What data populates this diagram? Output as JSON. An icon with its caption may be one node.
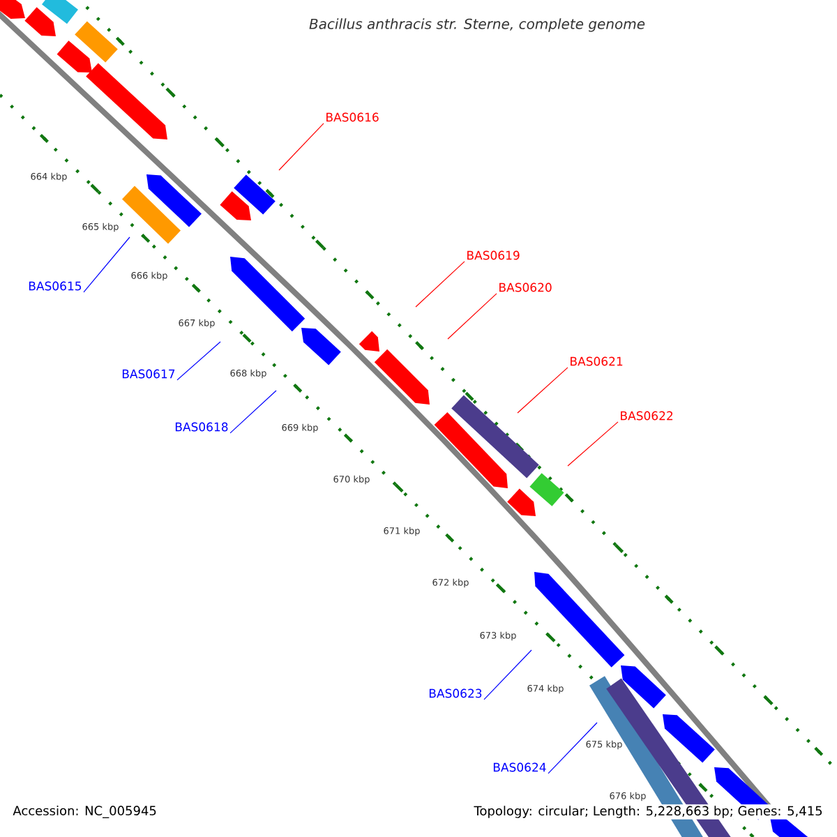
{
  "diagram": {
    "title": "Bacillus anthracis str. Sterne, complete genome",
    "nodes": [
      {
        "text": [
          "BAS0616"
        ]
      },
      {
        "text": [
          "BAS0619"
        ]
      },
      {
        "text": [
          "BAS0615"
        ]
      },
      {
        "text": [
          "BAS0620"
        ]
      },
      {
        "text": [
          "BAS0621"
        ]
      },
      {
        "text": [
          "BAS0617"
        ]
      },
      {
        "text": [
          "BAS0622"
        ]
      },
      {
        "text": [
          "BAS0618"
        ]
      },
      {
        "text": [
          "BAS0623"
        ]
      },
      {
        "text": [
          "BAS0624"
        ]
      }
    ],
    "edges": [
      {
        "from": 0,
        "to": null,
        "arrow": "none"
      },
      {
        "from": 1,
        "to": null,
        "arrow": "none"
      },
      {
        "from": 2,
        "to": null,
        "arrow": "none",
        "color": "#0000ff"
      },
      {
        "from": 3,
        "to": null,
        "arrow": "none"
      },
      {
        "from": 4,
        "to": null,
        "arrow": "none"
      },
      {
        "from": 5,
        "to": null,
        "arrow": "none",
        "color": "#0000ff"
      },
      {
        "from": 6,
        "to": null,
        "arrow": "none"
      },
      {
        "from": 7,
        "to": null,
        "arrow": "none",
        "color": "#0000ff"
      },
      {
        "from": 8,
        "to": null,
        "arrow": "none",
        "color": "#0000ff"
      },
      {
        "from": 9,
        "to": null,
        "arrow": "none",
        "color": "#0000ff"
      }
    ],
    "labels": [
      "664 kbp",
      "665 kbp",
      "666 kbp",
      "667 kbp",
      "668 kbp",
      "669 kbp",
      "670 kbp",
      "671 kbp",
      "672 kbp",
      "673 kbp",
      "674 kbp",
      "675 kbp",
      "676 kbp",
      "Accession: NC_005945",
      "Topology: circular; Length: 5,228,663 bp; Genes: 5,415"
    ]
  }
}
